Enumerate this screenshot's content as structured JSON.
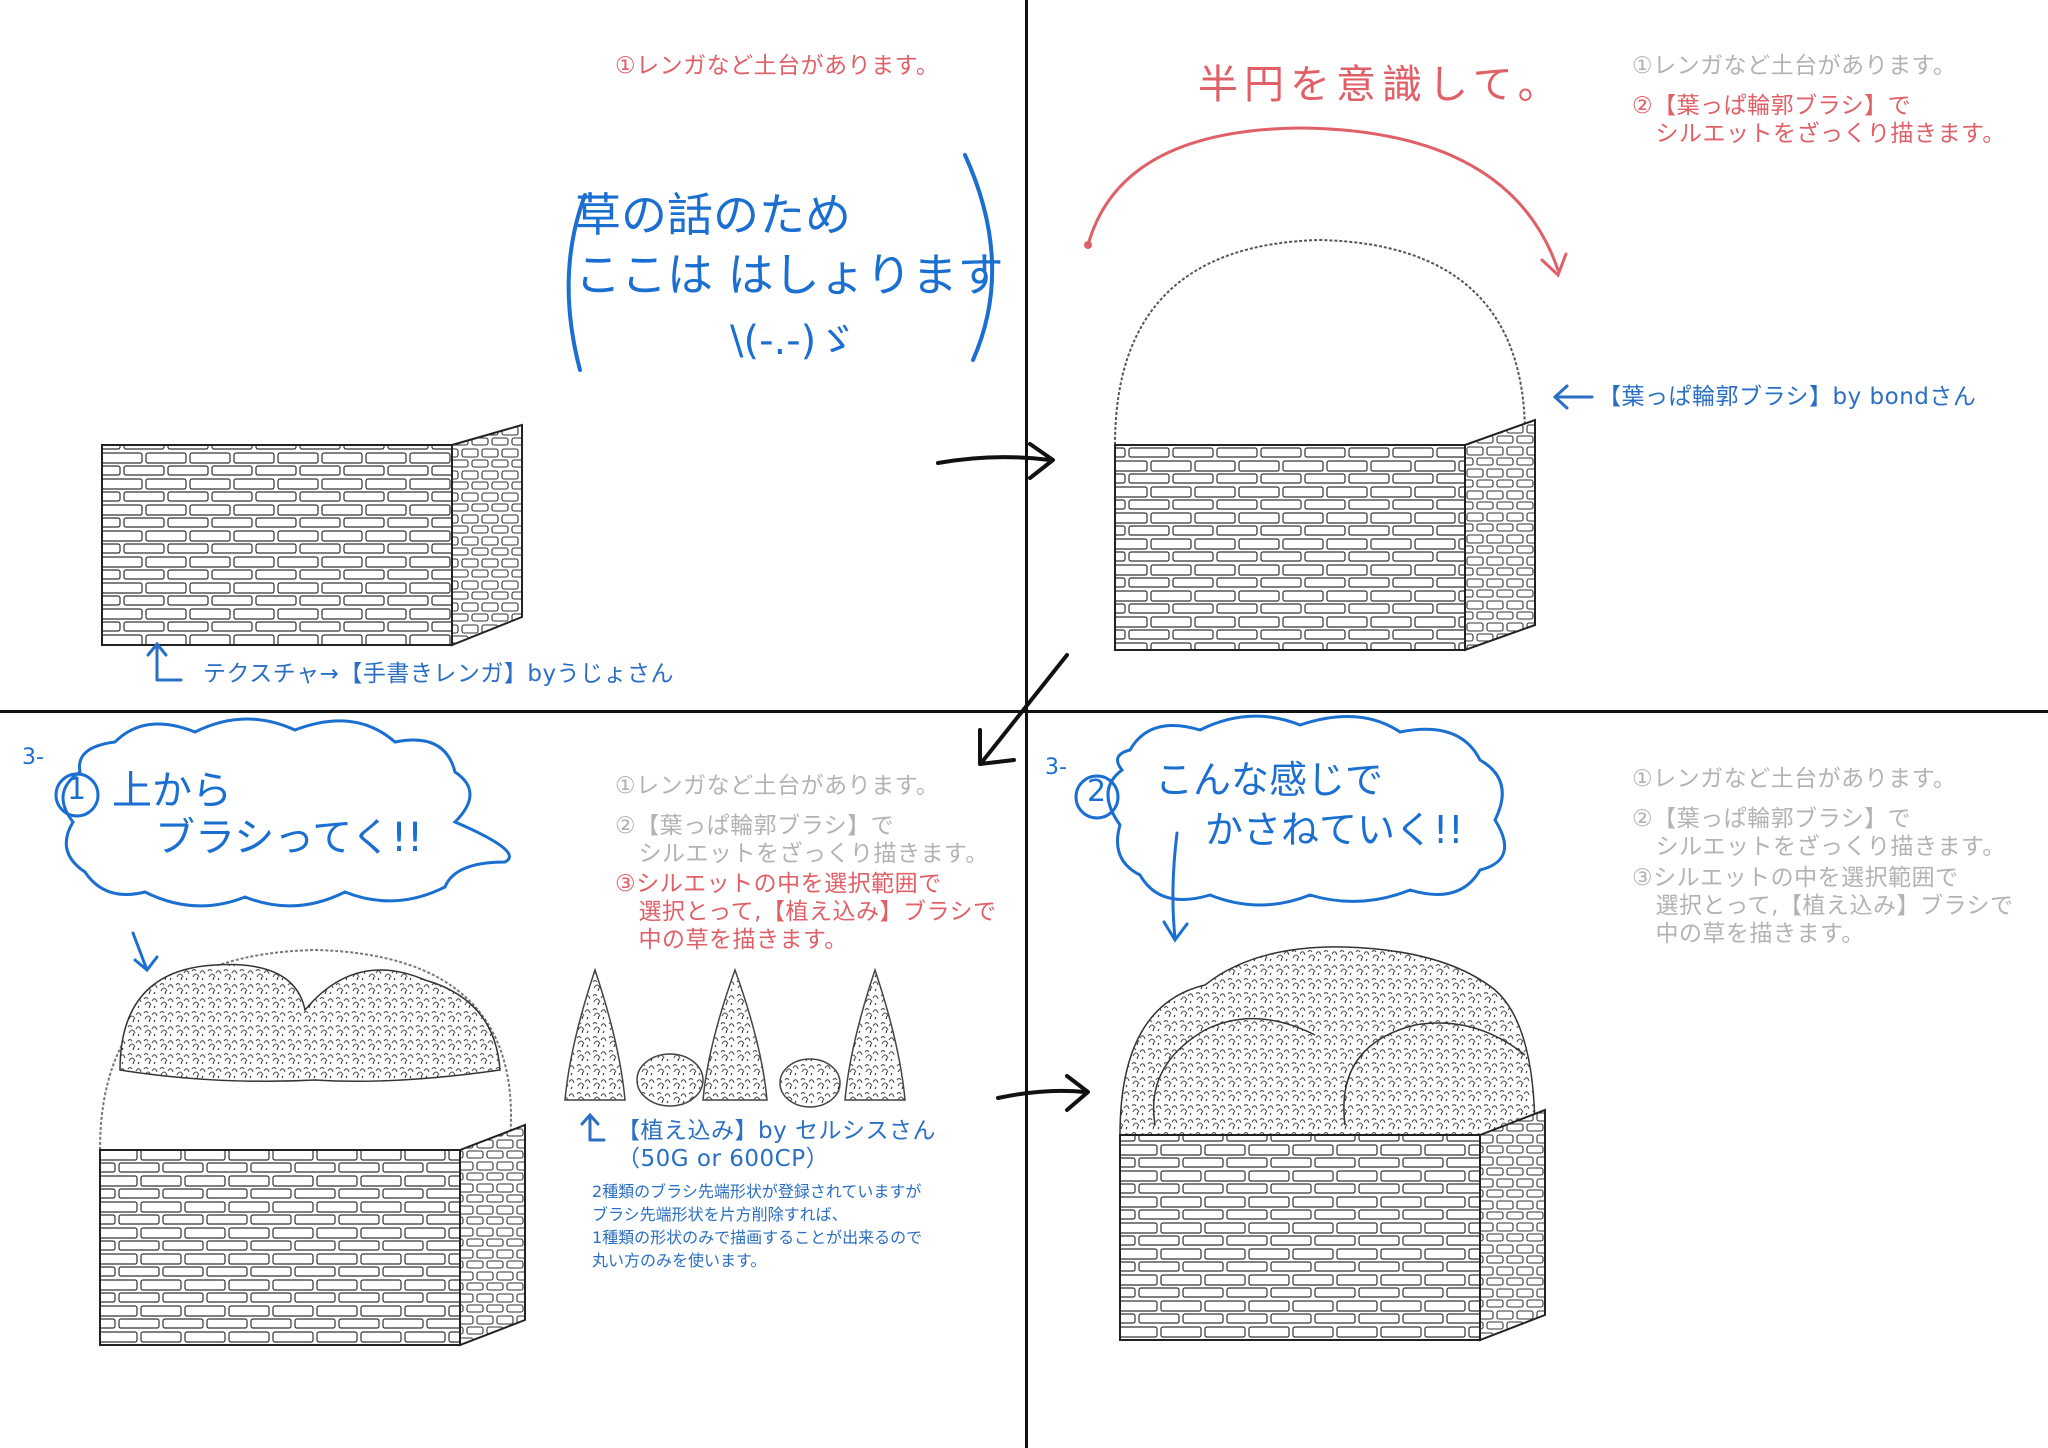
{
  "panel1": {
    "step1": "①レンガなど土台があります。",
    "handnote_line1": "草の話のため",
    "handnote_line2": "ここは はしょります",
    "handnote_face": "\\(-.-)ゞ",
    "texture_credit": "テクスチャ→【手書きレンガ】byうじょさん"
  },
  "panel2": {
    "step1": "①レンガなど土台があります。",
    "step2": "②【葉っぱ輪郭ブラシ】で\n　シルエットをざっくり描きます。",
    "arc_note": "半円を意識して。",
    "brush_credit": "【葉っぱ輪郭ブラシ】by bondさん"
  },
  "panel3": {
    "bubble_num": "3-",
    "bubble_circle": "1",
    "bubble_line1": "上から",
    "bubble_line2": "ブラシってく!!",
    "step1": "①レンガなど土台があります。",
    "step2": "②【葉っぱ輪郭ブラシ】で\n　シルエットをざっくり描きます。",
    "step3": "③シルエットの中を選択範囲で\n　選択とって,【植え込み】ブラシで\n　中の草を描きます。",
    "brush_credit": "【植え込み】by セルシスさん",
    "brush_price": "（50G or 600CP）",
    "brush_note": "2種類のブラシ先端形状が登録されていますが\nブラシ先端形状を片方削除すれば、\n1種類の形状のみで描画することが出来るので\n丸い方のみを使います。"
  },
  "panel4": {
    "bubble_num": "3-",
    "bubble_circle": "2",
    "bubble_line1": "こんな感じで",
    "bubble_line2": "かさねていく!!",
    "step1": "①レンガなど土台があります。",
    "step2": "②【葉っぱ輪郭ブラシ】で\n　シルエットをざっくり描きます。",
    "step3": "③シルエットの中を選択範囲で\n　選択とって,【植え込み】ブラシで\n　中の草を描きます。"
  },
  "colors": {
    "gray_text": "#b3b3b3",
    "red_text": "#e06068",
    "blue_text": "#2a6fc4",
    "divider": "#111111"
  }
}
